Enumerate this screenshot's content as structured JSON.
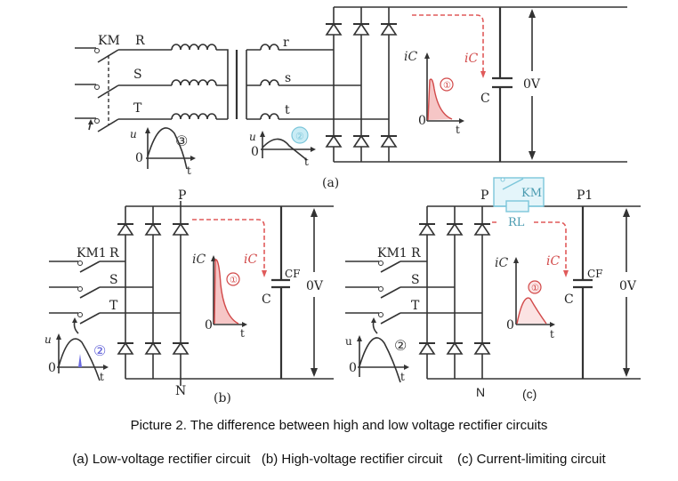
{
  "figure": {
    "panel_a": {
      "label": "(a)",
      "switch_label": "KM",
      "phase_labels": [
        "R",
        "S",
        "T"
      ],
      "secondary_labels": [
        "r",
        "s",
        "t"
      ],
      "current_label": "iC",
      "capacitor_label": "C",
      "voltage_label": "0V",
      "marker_1": "①",
      "marker_2": "②",
      "marker_3": "③",
      "axis_u": "u",
      "axis_t": "t",
      "axis_zero": "0"
    },
    "panel_b": {
      "label": "(b)",
      "switch_label": "KM1",
      "phase_labels": [
        "R",
        "S",
        "T"
      ],
      "top_node": "P",
      "bottom_node": "N",
      "current_label": "iC",
      "capacitor_label": "C",
      "capacitor_name": "CF",
      "voltage_label": "0V",
      "marker_1": "①",
      "marker_2": "②",
      "axis_u": "u",
      "axis_t": "t",
      "axis_zero": "0"
    },
    "panel_c": {
      "label": "(c)",
      "switch_label": "KM1",
      "phase_labels": [
        "R",
        "S",
        "T"
      ],
      "top_node": "P",
      "top_node_after": "P1",
      "bottom_node": "N",
      "bypass_switch": "KM",
      "resistor_label": "RL",
      "current_label": "iC",
      "capacitor_label": "C",
      "capacitor_name": "CF",
      "voltage_label": "0V",
      "marker_1": "①",
      "marker_2": "②",
      "axis_u": "u",
      "axis_t": "t",
      "axis_zero": "0"
    },
    "colors": {
      "current_path": "#e05a5a",
      "highlight": "#7cc6da",
      "wire": "#333333"
    }
  },
  "caption": {
    "title": "Picture 2. The difference between high and low voltage rectifier circuits",
    "subtitle": "(a) Low-voltage rectifier circuit   (b) High-voltage rectifier circuit    (c) Current-limiting circuit"
  }
}
